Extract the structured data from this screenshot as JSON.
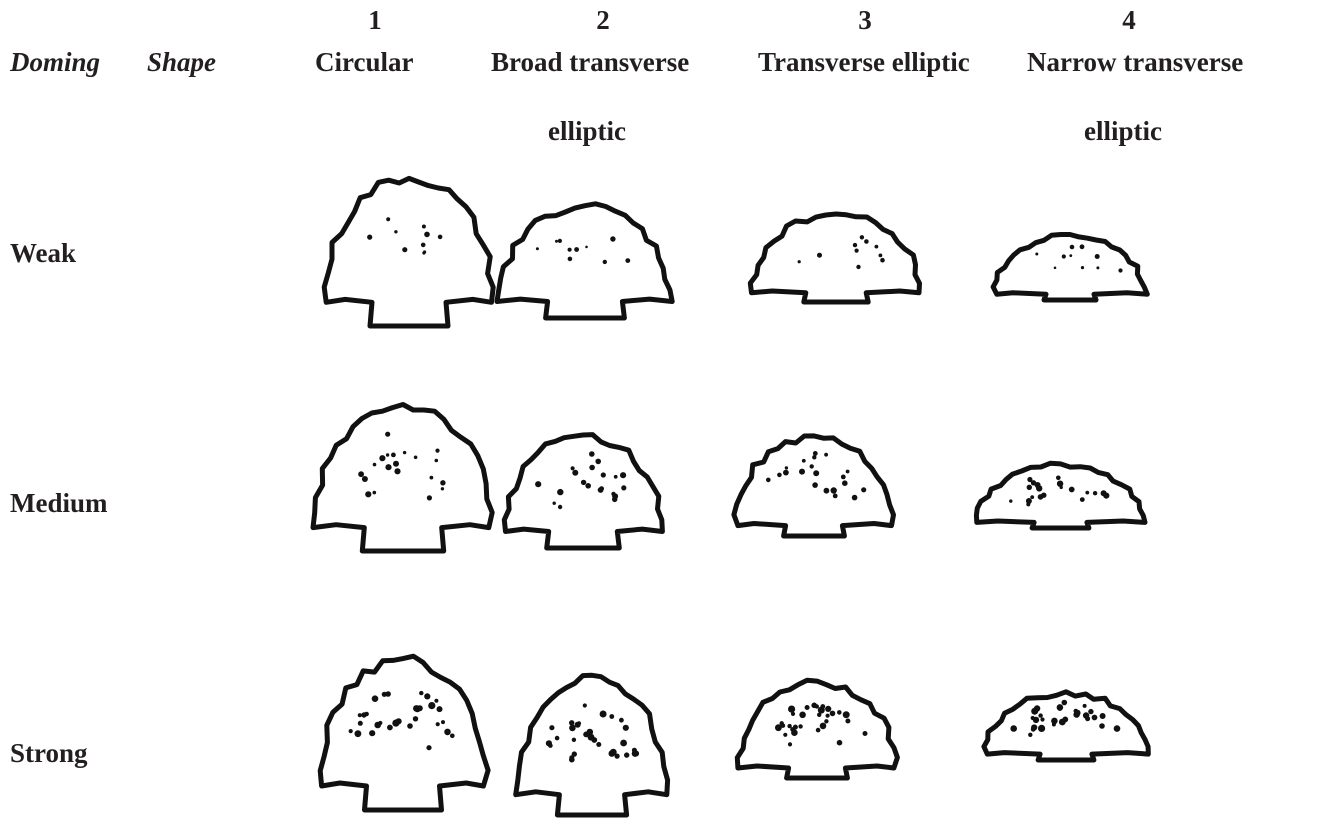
{
  "header": {
    "doming_label": "Doming",
    "shape_label": "Shape",
    "columns": [
      {
        "number": "1",
        "name_line1": "Circular",
        "name_line2": ""
      },
      {
        "number": "2",
        "name_line1": "Broad transverse",
        "name_line2": "elliptic"
      },
      {
        "number": "3",
        "name_line1": "Transverse elliptic",
        "name_line2": ""
      },
      {
        "number": "4",
        "name_line1": "Narrow transverse",
        "name_line2": "elliptic"
      }
    ]
  },
  "rows": [
    {
      "label": "Weak"
    },
    {
      "label": "Medium"
    },
    {
      "label": "Strong"
    }
  ],
  "colors": {
    "ink": "#231f20",
    "outline": "#111111",
    "background": "#ffffff"
  }
}
